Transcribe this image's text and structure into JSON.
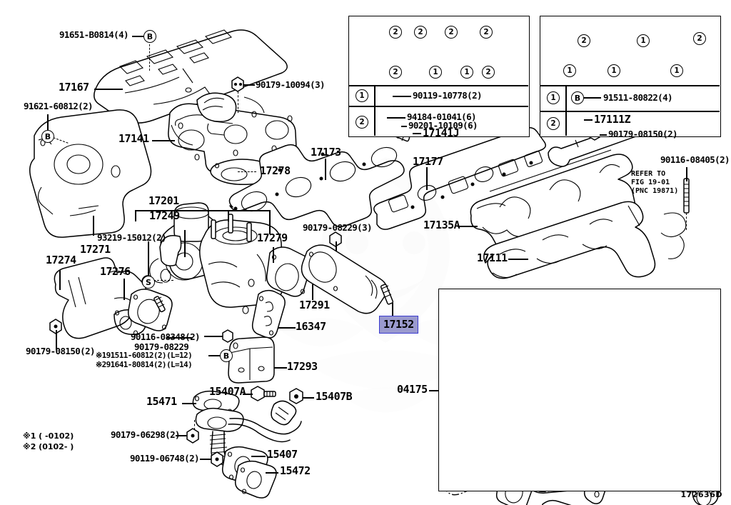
{
  "figure": {
    "code": "172636D",
    "footnotes": [
      "※1 (    -0102)",
      "※2 (0102-    )"
    ],
    "refer_note": [
      "REFER TO",
      "FIG 19-01",
      "(PNC 19871)"
    ]
  },
  "highlighted_part": {
    "number": "17152",
    "bg": "#9a9ace",
    "border": "#3b3bd0"
  },
  "labels": {
    "l_91651": "91651-B0814(4)",
    "l_17167": "17167",
    "l_91621": "91621-60812(2)",
    "l_17141": "17141",
    "l_90179_10094": "90179-10094(3)",
    "l_17278": "17278",
    "l_17173": "17173",
    "l_17177": "17177",
    "l_17135A": "17135A",
    "l_17111": "17111",
    "l_90116_08405": "90116-08405(2)",
    "l_17201": "17201",
    "l_17249": "17249",
    "l_93219": "93219-15012(2)",
    "l_17271": "17271",
    "l_17274": "17274",
    "l_17276": "17276",
    "l_17279": "17279",
    "l_90179_08229_3": "90179-08229(3)",
    "l_90179_08150_2": "90179-08150(2)",
    "l_90116_08348": "90116-08348(2)",
    "l_90179_08229": "90179-08229",
    "l_note1": "※191511-60812(2)(L=12)",
    "l_note2": "※291641-80814(2)(L=14)",
    "l_17291": "17291",
    "l_16347": "16347",
    "l_17293": "17293",
    "l_15471": "15471",
    "l_15407A": "15407A",
    "l_15407B": "15407B",
    "l_15407": "15407",
    "l_15472": "15472",
    "l_90179_06298": "90179-06298(2)",
    "l_90119_06748": "90119-06748(2)",
    "l_04175": "04175",
    "mark_B1": "B",
    "mark_B2": "B",
    "mark_B3": "B",
    "mark_S": "S"
  },
  "inset_left": {
    "callouts": [
      "2",
      "2",
      "2",
      "2",
      "2",
      "1",
      "1",
      "2"
    ],
    "rows": [
      {
        "key": "1",
        "items": [
          {
            "text": "90119-10778(2)"
          }
        ]
      },
      {
        "key": "2",
        "items": [
          {
            "text": "94184-01041(6)"
          },
          {
            "text": "90201-10109(6)"
          },
          {
            "text": "17141J"
          }
        ]
      }
    ]
  },
  "inset_right": {
    "callouts": [
      "2",
      "1",
      "2",
      "1",
      "1",
      "1"
    ],
    "rows": [
      {
        "key": "1",
        "items": [
          {
            "text": "91511-80822(4)",
            "mark": "B"
          }
        ]
      },
      {
        "key": "2",
        "items": [
          {
            "text": "17111Z"
          },
          {
            "text": "90179-08150(2)"
          }
        ]
      }
    ]
  },
  "inset_bottom": {
    "ref_label": "04175"
  }
}
